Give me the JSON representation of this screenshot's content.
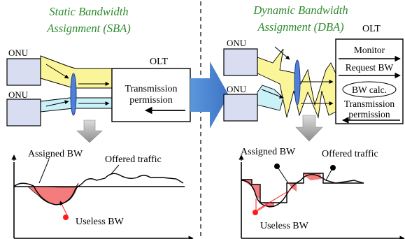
{
  "sba": {
    "title_line1": "Static Bandwidth",
    "title_line2": "Assignment (SBA)",
    "onu_label_top": "ONU",
    "onu_label_bottom": "ONU",
    "olt_label": "OLT",
    "olt_text_line1": "Transmission",
    "olt_text_line2": "permission",
    "chart": {
      "assigned_label": "Assigned BW",
      "offered_label": "Offered traffic",
      "useless_label": "Useless BW"
    }
  },
  "dba": {
    "title_line1": "Dynamic Bandwidth",
    "title_line2": "Assignment (DBA)",
    "onu_label_top": "ONU",
    "onu_label_bottom": "ONU",
    "olt_label": "OLT",
    "monitor_label": "Monitor",
    "request_label": "Request BW",
    "calc_label": "BW calc.",
    "permission_line1": "Transmission",
    "permission_line2": "permission",
    "chart": {
      "assigned_label": "Assigned BW",
      "offered_label": "Offered traffic",
      "useless_label": "Useless BW"
    }
  },
  "colors": {
    "title": "#2e8b2e",
    "onu_box": "#d8ddf2",
    "yellow_flow": "#fbf59a",
    "cyan_flow": "#c9f1f7",
    "splitter": "#4f7fd8",
    "big_arrow": "#4a86d4",
    "gray_arrow": "#a9a9a9",
    "useless_fill": "#f47c7c",
    "marker_red": "#ff1a1a"
  }
}
